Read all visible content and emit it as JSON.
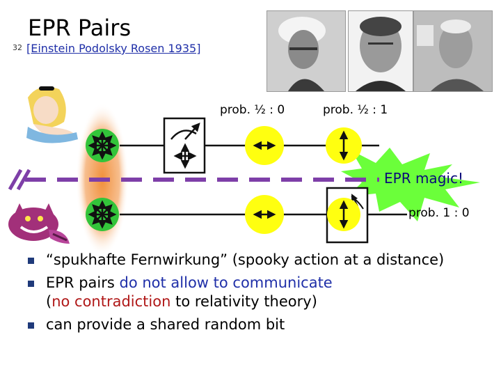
{
  "slide": {
    "number": "32",
    "title": "EPR Pairs",
    "citation": "[Einstein Podolsky Rosen 1935]"
  },
  "diagram": {
    "label_top_left": "prob. ½ : 0",
    "label_top_right": "prob. ½ : 1",
    "label_magic": "EPR magic!",
    "label_bottom": "prob. 1 : 0",
    "colors": {
      "qubit_green": "#33c43a",
      "qubit_yellow": "#ffff10",
      "dashed_line": "#7e3fa8",
      "burst_green": "#6bff3a",
      "orange_glow": "#f08a30"
    }
  },
  "bullets": [
    {
      "segments": [
        {
          "text": "“spukhafte Fernwirkung” (spooky action at a distance)",
          "style": ""
        }
      ]
    },
    {
      "segments": [
        {
          "text": "EPR pairs ",
          "style": ""
        },
        {
          "text": "do not allow to communicate",
          "style": "blue"
        }
      ]
    },
    {
      "segments": [
        {
          "text": "(",
          "style": ""
        },
        {
          "text": "no contradiction",
          "style": "red"
        },
        {
          "text": " to relativity theory)",
          "style": ""
        }
      ],
      "continuation": true
    },
    {
      "segments": [
        {
          "text": "can provide a shared random bit",
          "style": ""
        }
      ]
    }
  ]
}
